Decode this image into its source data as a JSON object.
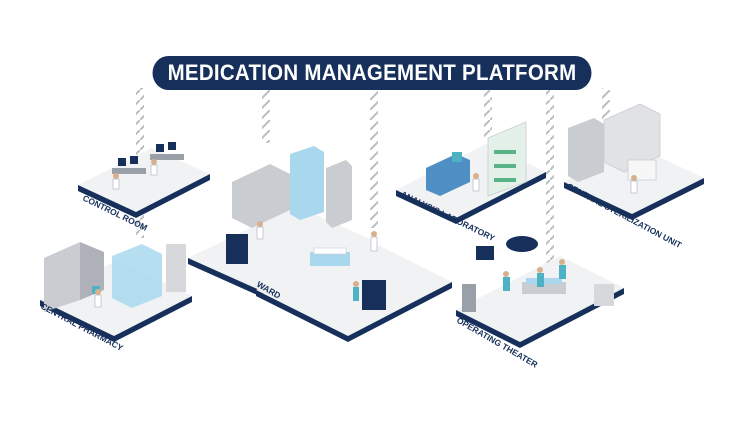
{
  "title": "MEDICATION MANAGEMENT PLATFORM",
  "colors": {
    "navy": "#16305b",
    "floor_top": "#f1f2f4",
    "floor_side": "#16305b",
    "cabinet_grey": "#c9ccd1",
    "glass_blue": "#a9d8ee",
    "staff_teal": "#4fb2c4",
    "chain_grey": "#b9bcc2"
  },
  "rooms": [
    {
      "id": "control-room",
      "label": "CONTROL ROOM"
    },
    {
      "id": "central-pharmacy",
      "label": "CENTRAL PHARMACY"
    },
    {
      "id": "ward",
      "label": "WARD"
    },
    {
      "id": "analysis-laboratory",
      "label": "ANALYSIS LABORATORY"
    },
    {
      "id": "central-sterilization-unit",
      "label": "CENTRAL STERILIZATION UNIT"
    },
    {
      "id": "operating-theater",
      "label": "OPERATING THEATER"
    }
  ]
}
